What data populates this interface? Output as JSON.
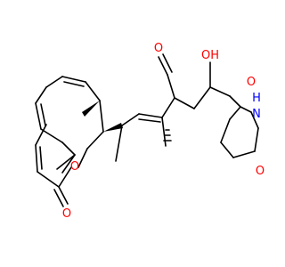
{
  "molecule": {
    "atom_labels": {
      "ring_oxygen": "O",
      "lactone_carbonyl_oxygen": "O",
      "ketone_oxygen": "O",
      "hydroxyl": "OH",
      "imide_nitrogen": "N",
      "imide_hydrogen": "H",
      "imide_carbonyl_oxygen_top": "O",
      "imide_carbonyl_oxygen_bottom": "O"
    },
    "colors": {
      "bond": "#000000",
      "oxygen": "#ff0000",
      "nitrogen": "#0000ff"
    }
  }
}
